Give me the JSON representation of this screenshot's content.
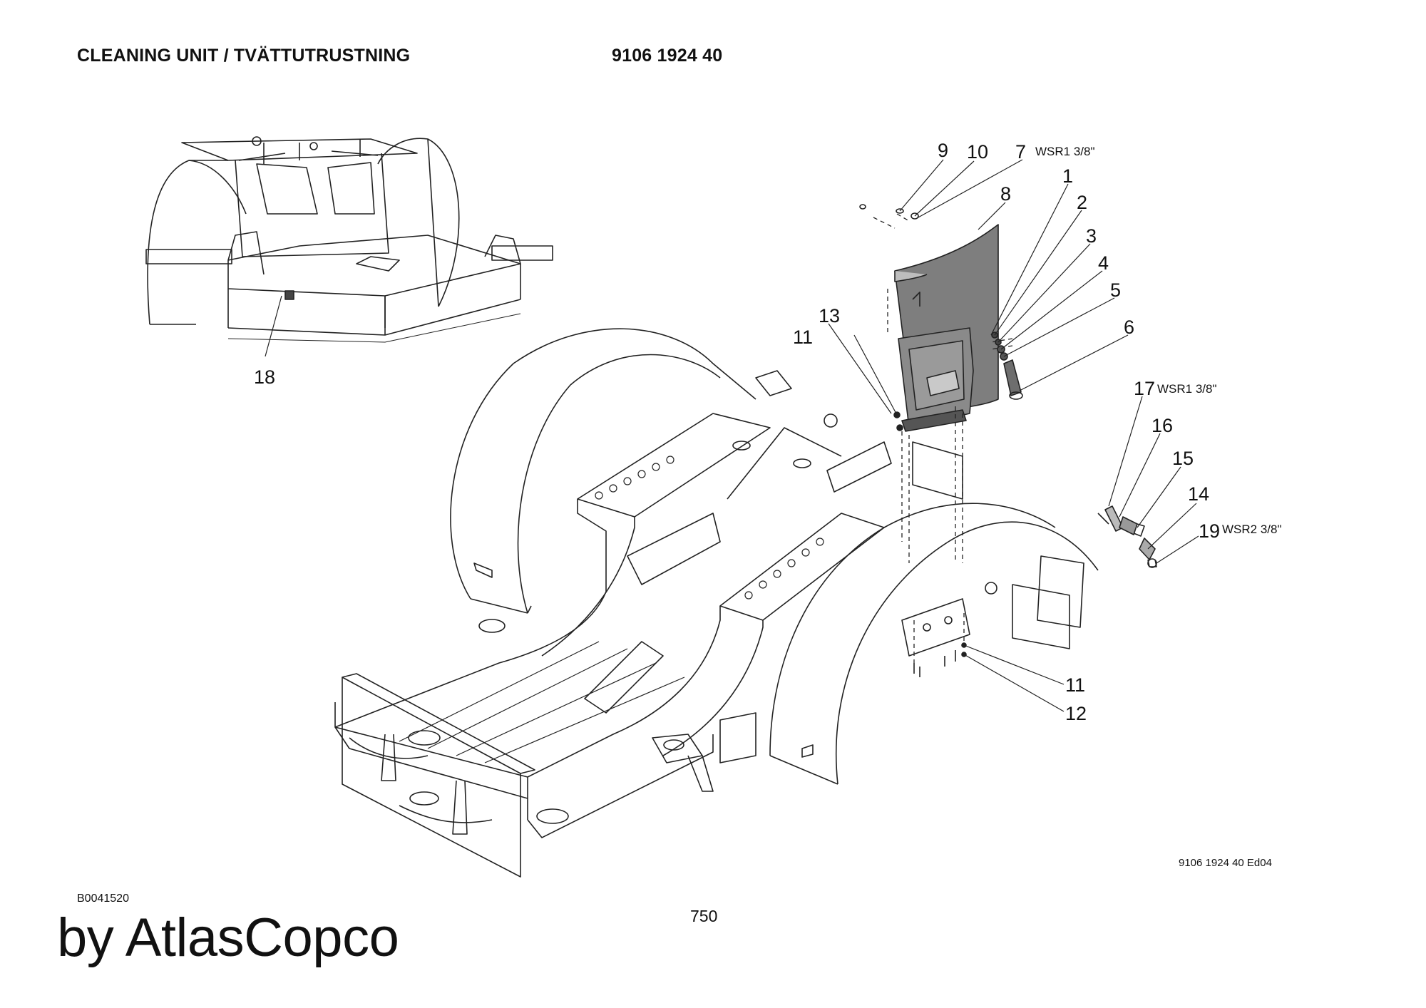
{
  "header": {
    "title": "CLEANING UNIT / TVÄTTUTRUSTNING",
    "part_number": "9106 1924 40"
  },
  "callouts": [
    {
      "id": "c9",
      "label": "9"
    },
    {
      "id": "c10",
      "label": "10"
    },
    {
      "id": "c7",
      "label": "7"
    },
    {
      "id": "c8",
      "label": "8"
    },
    {
      "id": "c1",
      "label": "1"
    },
    {
      "id": "c2",
      "label": "2"
    },
    {
      "id": "c3",
      "label": "3"
    },
    {
      "id": "c4",
      "label": "4"
    },
    {
      "id": "c5",
      "label": "5"
    },
    {
      "id": "c6",
      "label": "6"
    },
    {
      "id": "c13",
      "label": "13"
    },
    {
      "id": "c11a",
      "label": "11"
    },
    {
      "id": "c17",
      "label": "17"
    },
    {
      "id": "c16",
      "label": "16"
    },
    {
      "id": "c15",
      "label": "15"
    },
    {
      "id": "c14",
      "label": "14"
    },
    {
      "id": "c19",
      "label": "19"
    },
    {
      "id": "c11b",
      "label": "11"
    },
    {
      "id": "c12",
      "label": "12"
    },
    {
      "id": "c18",
      "label": "18"
    }
  ],
  "specs": {
    "wsr7": "WSR1 3/8\"",
    "wsr17": "WSR1 3/8\"",
    "wsr19": "WSR2 3/8\""
  },
  "footer": {
    "edition": "9106 1924 40 Ed04",
    "drawing_number": "B0041520",
    "page_number": "750",
    "brand": "by AtlasCopco"
  }
}
